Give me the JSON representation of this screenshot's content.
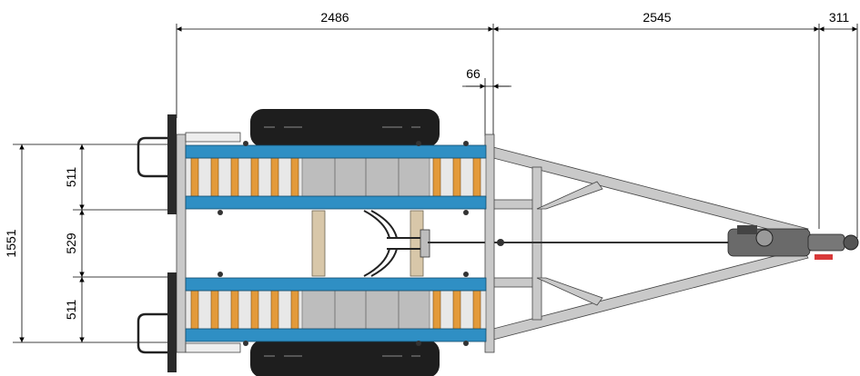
{
  "dimensions": {
    "top_overall_left": "2486",
    "top_overall_middle": "2545",
    "top_overall_right": "311",
    "offset_small": "66",
    "left_total": "1551",
    "left_upper": "511",
    "left_middle": "529",
    "left_lower": "511"
  },
  "colors": {
    "blue_beam": "#2f8fc4",
    "wood_slat": "#e39a3a",
    "frame_gray": "#c9c9c9",
    "tire_black": "#1e1e1e",
    "drum_gray": "#bdbdbd",
    "axle_tan": "#d8c7a9",
    "reflector_red": "#d93a3a"
  }
}
